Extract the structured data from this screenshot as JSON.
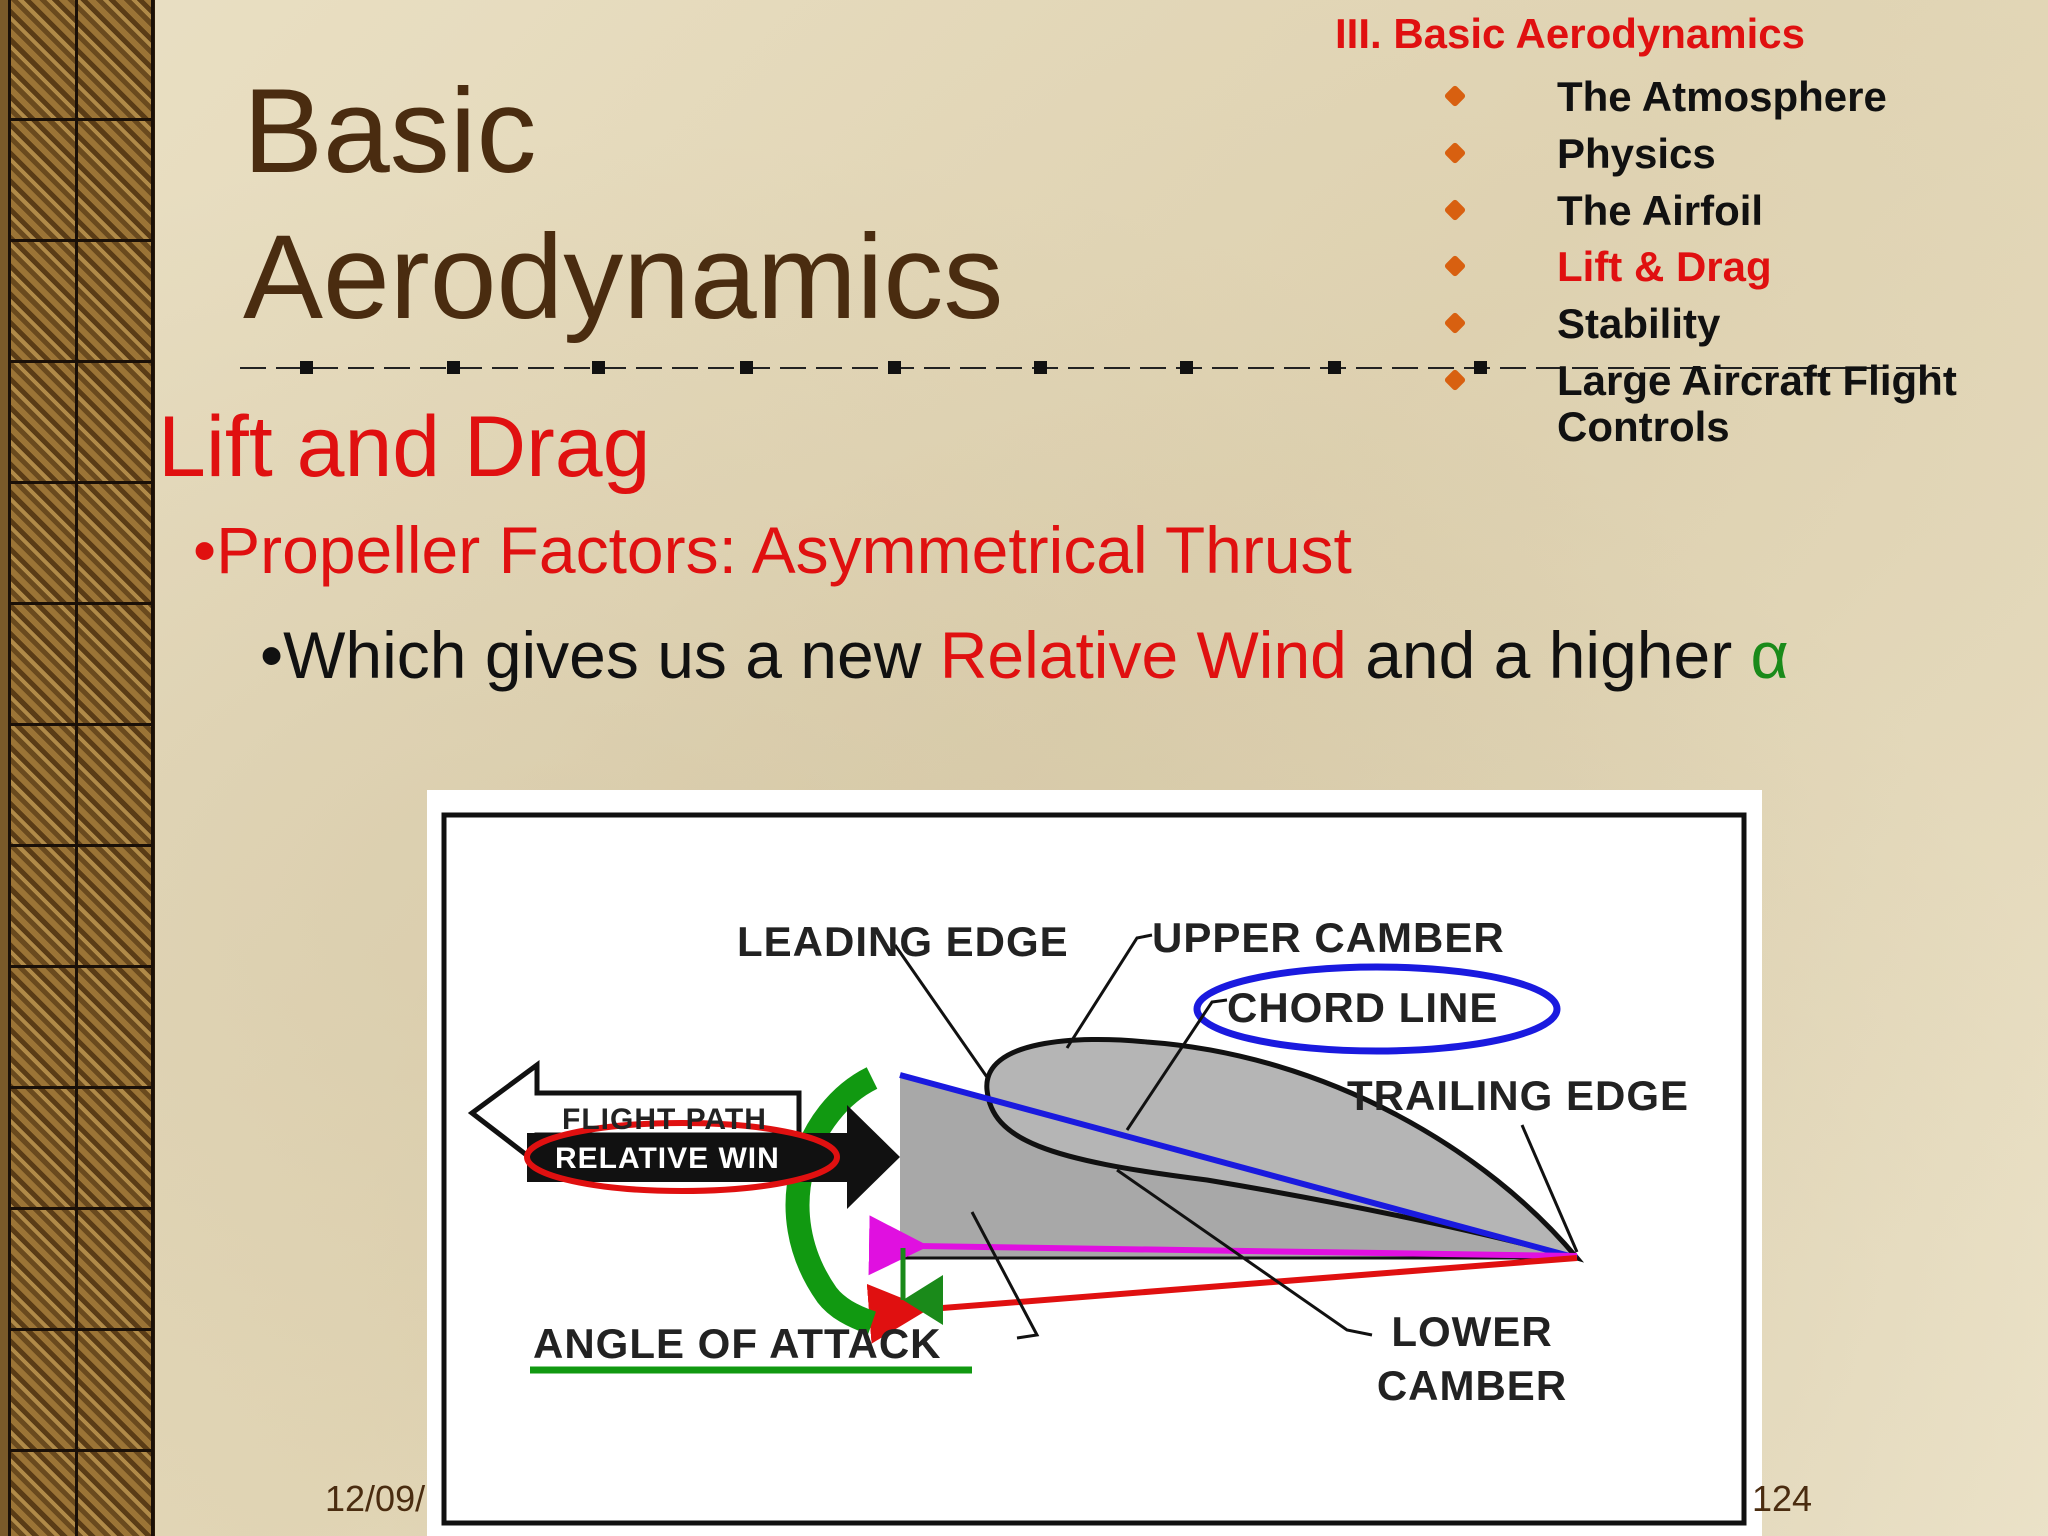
{
  "slide": {
    "title_line1": "Basic",
    "title_line2": "Aerodynamics",
    "section_title": "Lift and Drag",
    "bullet1": "•Propeller Factors:  Asymmetrical Thrust",
    "bullet2": {
      "prefix": "•Which gives us a new ",
      "highlight": "Relative Wind",
      "middle": " and a higher ",
      "symbol": "α"
    },
    "footer_date": "12/09/",
    "footer_page": "124"
  },
  "toc": {
    "heading": "III. Basic Aerodynamics",
    "items": [
      {
        "label": "The Atmosphere",
        "active": false
      },
      {
        "label": "Physics",
        "active": false
      },
      {
        "label": "The Airfoil",
        "active": false
      },
      {
        "label": "Lift & Drag",
        "active": true
      },
      {
        "label": "Stability",
        "active": false
      },
      {
        "label": "Large Aircraft Flight",
        "active": false
      },
      {
        "label": "Controls",
        "active": false
      }
    ]
  },
  "diagram": {
    "leading_edge": "LEADING EDGE",
    "upper_camber": "UPPER CAMBER",
    "chord_line": "CHORD LINE",
    "trailing_edge": "TRAILING EDGE",
    "flight_path": "FLIGHT PATH",
    "relative_wind": "RELATIVE WIN",
    "angle_of_attack": "ANGLE OF ATTACK",
    "lower_camber_line1": "LOWER",
    "lower_camber_line2": "CAMBER"
  },
  "colors": {
    "title": "#4a2c10",
    "accent_red": "#e01010",
    "alpha_green": "#1a8a1a",
    "toc_bullet": "#d86010",
    "chord_blue": "#1a1adf",
    "magenta": "#e010e0"
  }
}
